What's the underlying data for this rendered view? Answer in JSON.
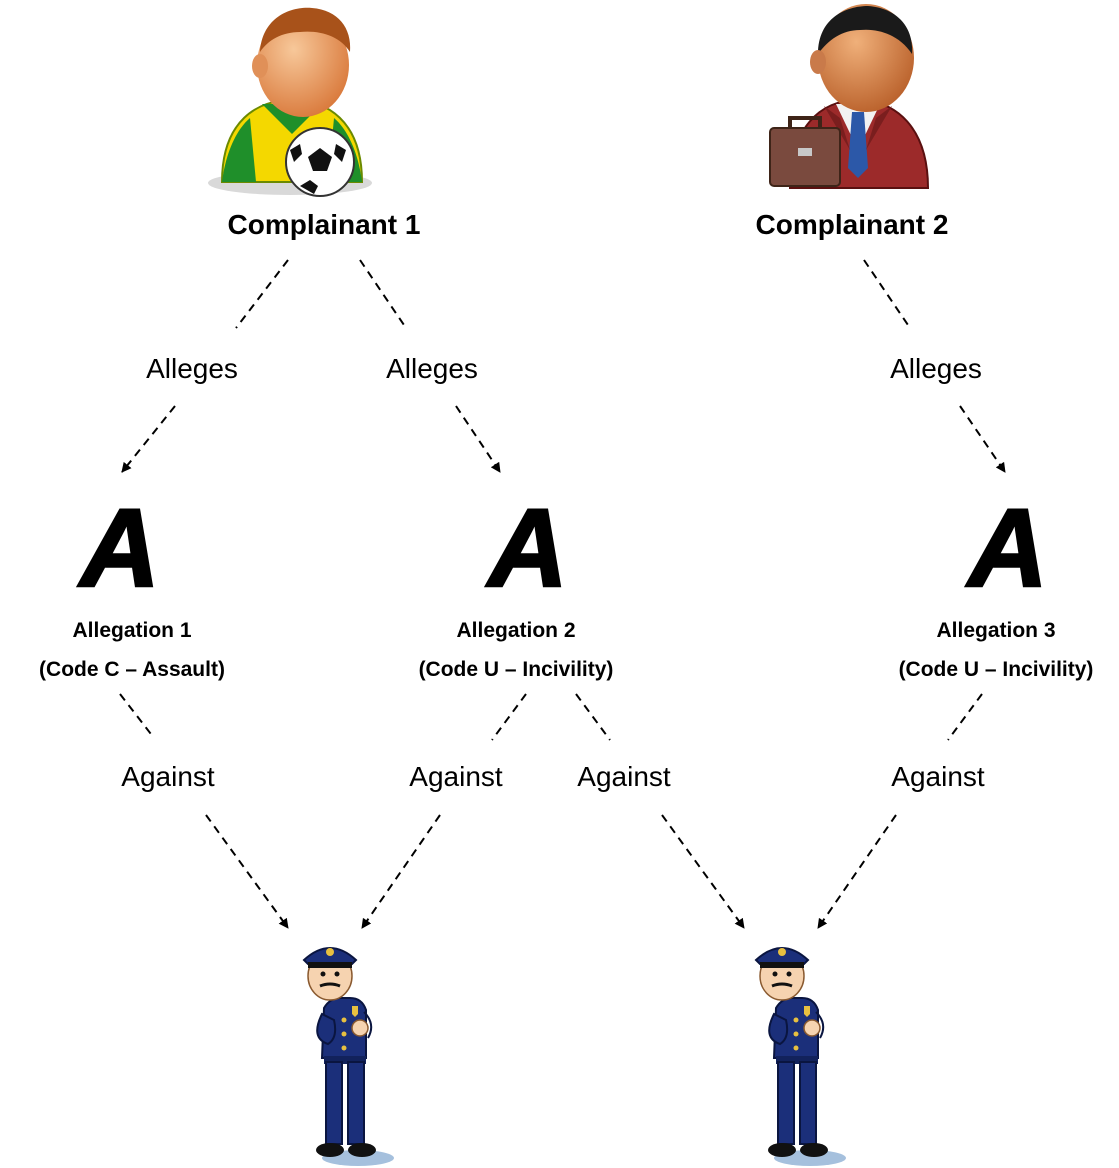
{
  "complainants": [
    {
      "label": "Complainant 1"
    },
    {
      "label": "Complainant 2"
    }
  ],
  "allegations": [
    {
      "title": "Allegation 1",
      "code": "(Code C – Assault)",
      "letter": "A"
    },
    {
      "title": "Allegation 2",
      "code": "(Code U – Incivility)",
      "letter": "A"
    },
    {
      "title": "Allegation 3",
      "code": "(Code U – Incivility)",
      "letter": "A"
    }
  ],
  "edge_labels": {
    "alleges": [
      "Alleges",
      "Alleges",
      "Alleges"
    ],
    "against": [
      "Against",
      "Against",
      "Against",
      "Against"
    ]
  },
  "icons": {
    "complainant_1": "soccer-player-icon",
    "complainant_2": "businessman-icon",
    "officers": [
      "police-officer-icon",
      "police-officer-icon"
    ]
  },
  "colors": {
    "allegation_letter": "#e8141b",
    "officer_uniform": "#1b2f7a"
  }
}
